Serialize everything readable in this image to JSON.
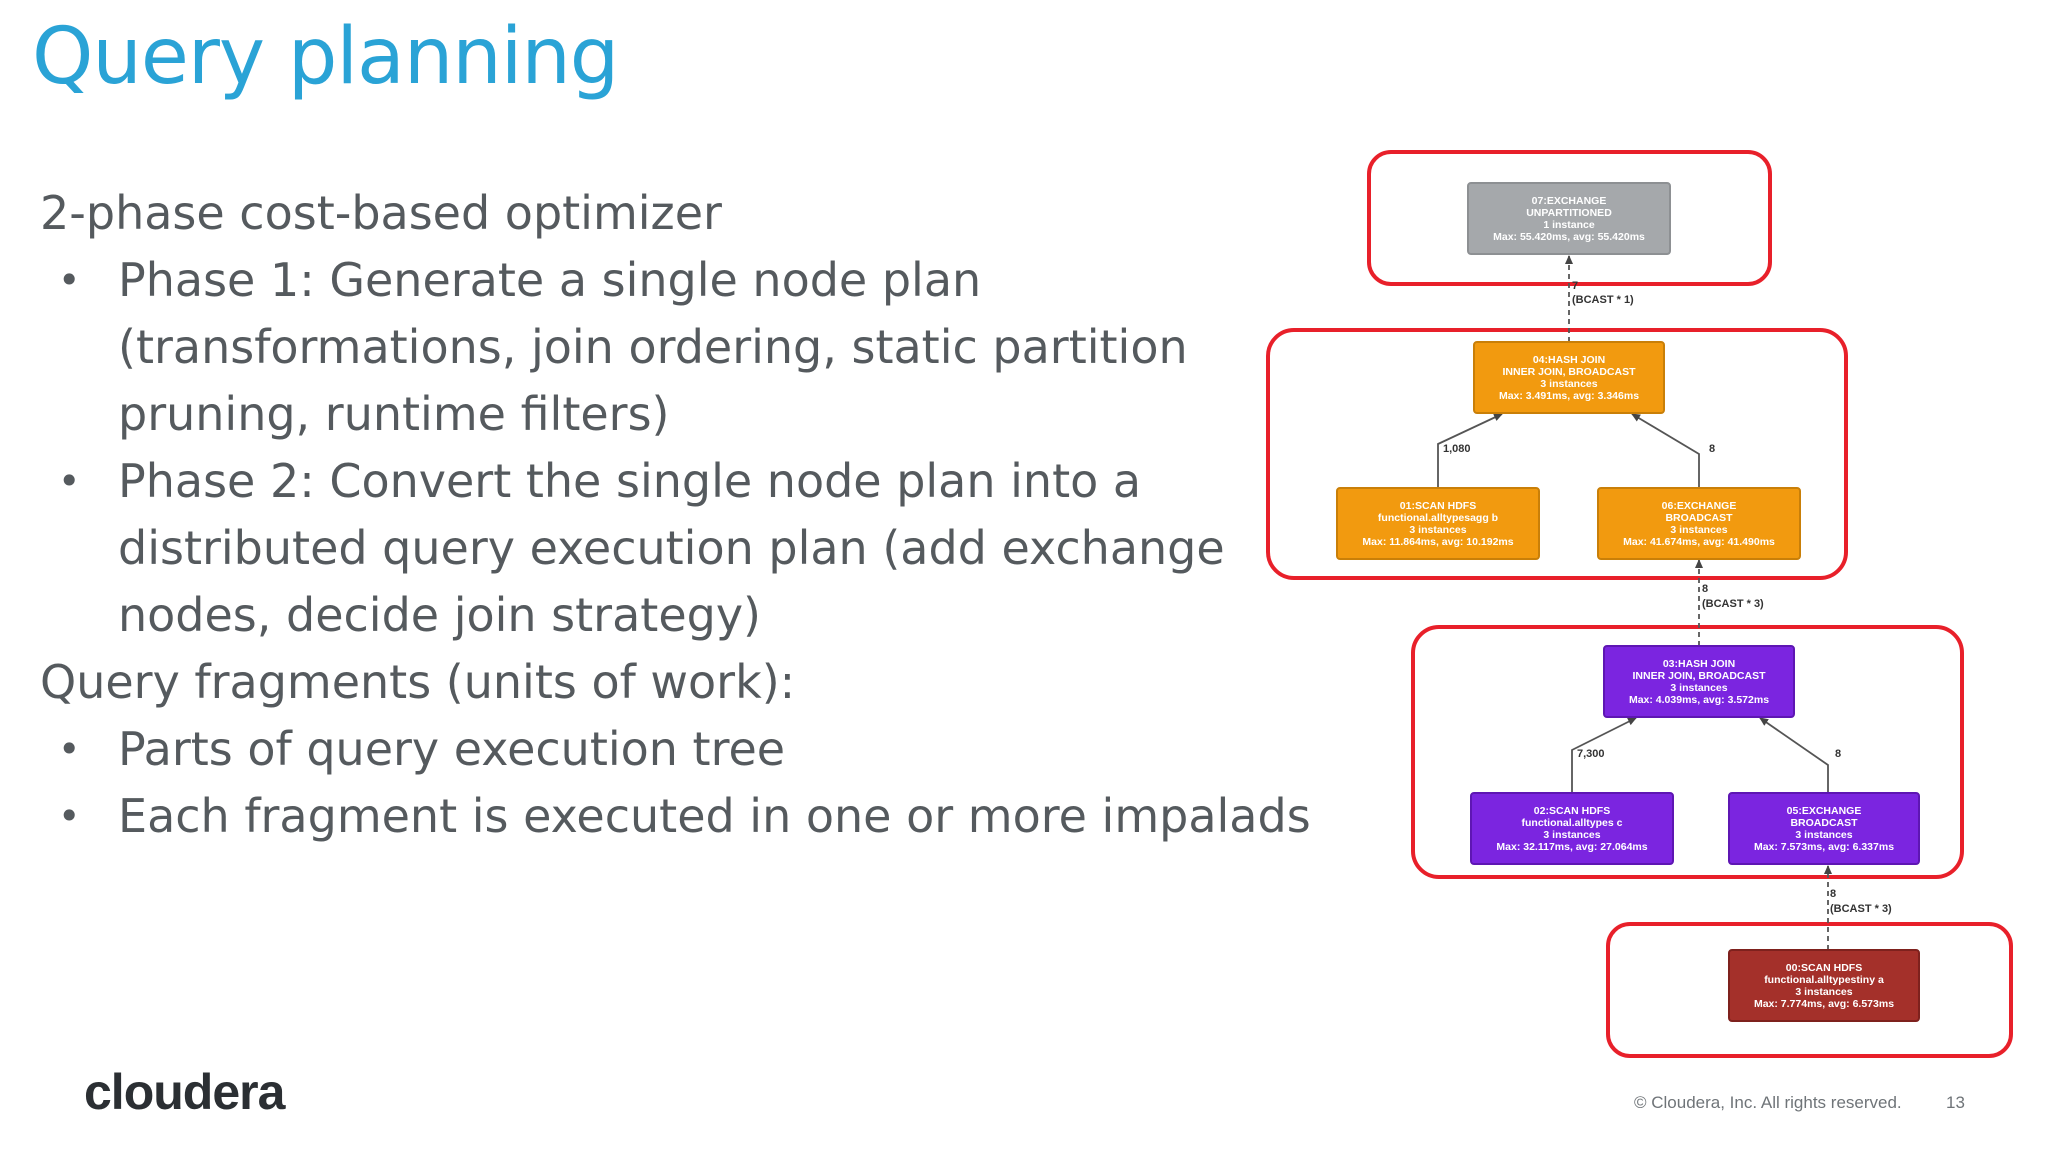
{
  "slide": {
    "title": "Query planning",
    "page_number": "13",
    "copyright": "© Cloudera, Inc. All rights reserved.",
    "logo": "cloudera"
  },
  "body": {
    "heading1": "2-phase cost-based optimizer",
    "phase1": "Phase 1: Generate a single node plan",
    "phase1_line2": "(transformations, join ordering, static partition",
    "phase1_line3": "pruning, runtime filters)",
    "phase2": "Phase 2: Convert the single node plan into a",
    "phase2_line2": "distributed query execution plan (add exchange",
    "phase2_line3": "nodes, decide join strategy)",
    "heading2": "Query fragments (units of work):",
    "frag1": "Parts of query execution tree",
    "frag2": "Each fragment is executed in one or more impalads",
    "bullet_char": "•"
  },
  "colors": {
    "title": "#2aa3d6",
    "fragment_outline": "#e8202a",
    "exchange_gray": "#a5a8ab",
    "orange": "#f29a0f",
    "purple": "#7b25e0",
    "dark_red": "#a4302a"
  },
  "plan": {
    "nodes": [
      {
        "id": "n07",
        "lines": [
          "07:EXCHANGE",
          "UNPARTITIONED",
          "1 instance",
          "Max: 55.420ms, avg: 55.420ms"
        ]
      },
      {
        "id": "n04",
        "lines": [
          "04:HASH JOIN",
          "INNER JOIN, BROADCAST",
          "3 instances",
          "Max: 3.491ms, avg: 3.346ms"
        ]
      },
      {
        "id": "n01",
        "lines": [
          "01:SCAN HDFS",
          "functional.alltypesagg b",
          "3 instances",
          "Max: 11.864ms, avg: 10.192ms"
        ]
      },
      {
        "id": "n06",
        "lines": [
          "06:EXCHANGE",
          "BROADCAST",
          "3 instances",
          "Max: 41.674ms, avg: 41.490ms"
        ]
      },
      {
        "id": "n03",
        "lines": [
          "03:HASH JOIN",
          "INNER JOIN, BROADCAST",
          "3 instances",
          "Max: 4.039ms, avg: 3.572ms"
        ]
      },
      {
        "id": "n02",
        "lines": [
          "02:SCAN HDFS",
          "functional.alltypes c",
          "3 instances",
          "Max: 32.117ms, avg: 27.064ms"
        ]
      },
      {
        "id": "n05",
        "lines": [
          "05:EXCHANGE",
          "BROADCAST",
          "3 instances",
          "Max: 7.573ms, avg: 6.337ms"
        ]
      },
      {
        "id": "n00",
        "lines": [
          "00:SCAN HDFS",
          "functional.alltypestiny a",
          "3 instances",
          "Max: 7.774ms, avg: 6.573ms"
        ]
      }
    ],
    "edge_labels": {
      "e04_07_count": "7",
      "e04_07_label": "(BCAST * 1)",
      "e01_04": "1,080",
      "e06_04": "8",
      "e03_06_count": "8",
      "e03_06_label": "(BCAST * 3)",
      "e02_03": "7,300",
      "e05_03": "8",
      "e00_05_count": "8",
      "e00_05_label": "(BCAST * 3)"
    }
  }
}
